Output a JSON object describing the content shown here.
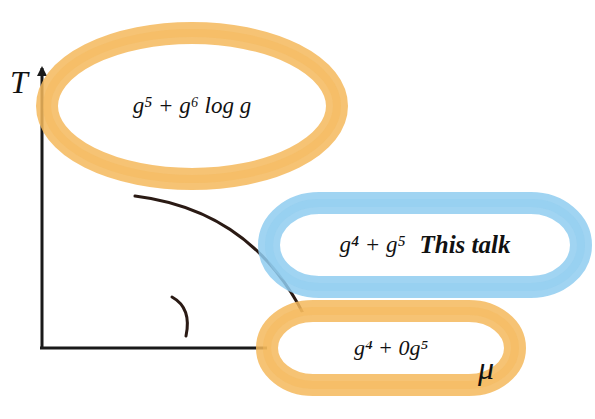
{
  "diagram": {
    "nodes": [
      {
        "text": [
          "g⁵ + g⁶ log g"
        ]
      },
      {
        "text": [
          "g⁴ + g⁵",
          "This talk"
        ]
      },
      {
        "text": [
          "g⁴ + 0g⁵"
        ]
      }
    ],
    "labels": [
      "T",
      "μ"
    ]
  }
}
